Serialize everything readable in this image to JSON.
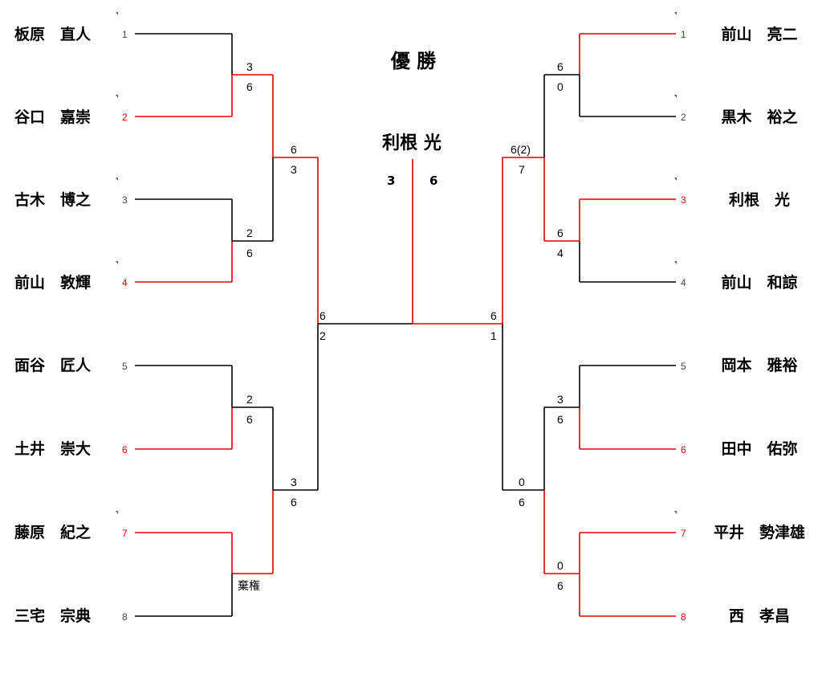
{
  "title": "優 勝",
  "champion": "利根 光",
  "final_scores": {
    "left": "3",
    "right": "6"
  },
  "colors": {
    "win": "#e00000",
    "lose": "#000000"
  },
  "left_players": [
    {
      "seed": "1",
      "name": "板原　直人",
      "won_r1": false
    },
    {
      "seed": "2",
      "name": "谷口　嘉崇",
      "won_r1": true
    },
    {
      "seed": "3",
      "name": "古木　博之",
      "won_r1": false
    },
    {
      "seed": "4",
      "name": "前山　敦輝",
      "won_r1": true
    },
    {
      "seed": "5",
      "name": "面谷　匠人",
      "won_r1": false
    },
    {
      "seed": "6",
      "name": "土井　崇大",
      "won_r1": true
    },
    {
      "seed": "7",
      "name": "藤原　紀之",
      "won_r1": true
    },
    {
      "seed": "8",
      "name": "三宅　宗典",
      "won_r1": false
    }
  ],
  "right_players": [
    {
      "seed": "1",
      "name": "前山　亮二",
      "won_r1": true
    },
    {
      "seed": "2",
      "name": "黒木　裕之",
      "won_r1": false
    },
    {
      "seed": "3",
      "name": "利根　光",
      "won_r1": true
    },
    {
      "seed": "4",
      "name": "前山　和諒",
      "won_r1": false
    },
    {
      "seed": "5",
      "name": "岡本　雅裕",
      "won_r1": false
    },
    {
      "seed": "6",
      "name": "田中　佑弥",
      "won_r1": true
    },
    {
      "seed": "7",
      "name": "平井　勢津雄",
      "won_r1": true
    },
    {
      "seed": "8",
      "name": "西　孝昌",
      "won_r1": true
    }
  ],
  "scores": {
    "left_r1": [
      {
        "top": "3",
        "bottom": "6"
      },
      {
        "top": "2",
        "bottom": "6"
      },
      {
        "top": "2",
        "bottom": "6"
      },
      {
        "top": "",
        "bottom": "棄権"
      }
    ],
    "left_r2": [
      {
        "top": "6",
        "bottom": "3"
      },
      {
        "top": "3",
        "bottom": "6"
      }
    ],
    "left_sf": {
      "top": "6",
      "bottom": "2"
    },
    "right_r1": [
      {
        "top": "6",
        "bottom": "0"
      },
      {
        "top": "6",
        "bottom": "4"
      },
      {
        "top": "3",
        "bottom": "6"
      },
      {
        "top": "0",
        "bottom": "6"
      }
    ],
    "right_r2": [
      {
        "top": "6(2)",
        "bottom": "7"
      },
      {
        "top": "0",
        "bottom": "6"
      }
    ],
    "right_sf": {
      "top": "6",
      "bottom": "1"
    }
  }
}
